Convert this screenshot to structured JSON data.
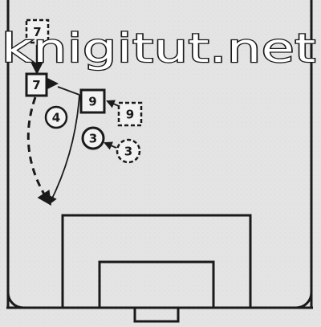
{
  "watermark": "knigitut.net",
  "players": {
    "p7_start": "7",
    "p7": "7",
    "p4": "4",
    "p9": "9",
    "p9_start": "9",
    "p3": "3",
    "p3_start": "3"
  }
}
